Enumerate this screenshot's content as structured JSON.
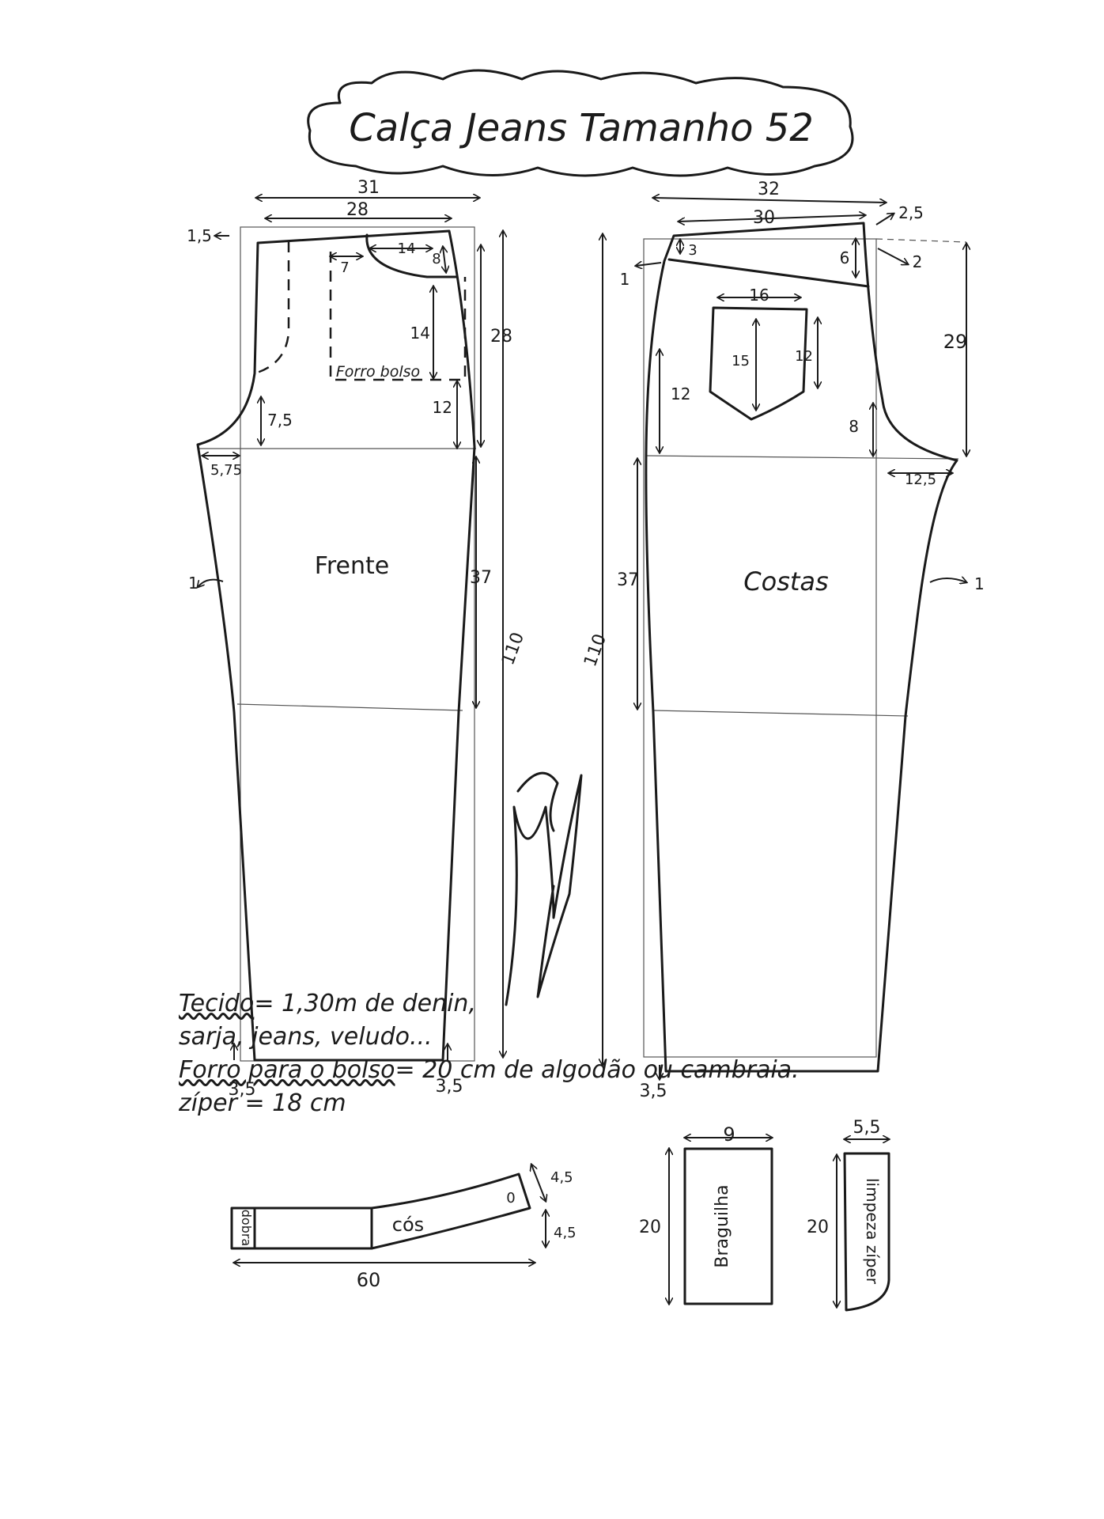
{
  "title": "Calça Jeans Tamanho 52",
  "front": {
    "label": "Frente",
    "pocket_lining_label": "Forro bolso",
    "measures": {
      "top_outer": "31",
      "top_inner": "28",
      "waist_drop": "1,5",
      "pocket_offset": "7",
      "pocket_width": "14",
      "pocket_depth": "8",
      "lining_height": "14",
      "lining_lower": "12",
      "rise": "28",
      "crotch_drop": "7,5",
      "crotch_ext": "5,75",
      "side_curve": "1",
      "knee": "37",
      "length": "110",
      "hem_left": "3,5",
      "hem_right": "3,5"
    }
  },
  "back": {
    "label": "Costas",
    "measures": {
      "top_outer": "32",
      "top_inner": "30",
      "top_rise": "2,5",
      "yoke_right": "2",
      "yoke_left": "1",
      "yoke_small": "3",
      "yoke_height": "6",
      "pocket_width": "16",
      "pocket_height": "15",
      "pocket_side": "12",
      "hip_left": "12",
      "crotch_drop": "8",
      "rise": "29",
      "crotch_ext": "12,5",
      "side_curve": "1",
      "knee": "37",
      "length": "110",
      "hem_left": "3,5"
    }
  },
  "waistband": {
    "label": "cós",
    "fold": "dobra",
    "length": "60",
    "width_right": "4,5",
    "width_end": "4,5",
    "mark": "0"
  },
  "fly": {
    "label": "Braguilha",
    "width": "9",
    "height": "20"
  },
  "zipper_facing": {
    "label": "limpeza zíper",
    "width": "5,5",
    "height": "20"
  },
  "notes": [
    {
      "label": "Tecido",
      "text": "= 1,30m  de  denin,"
    },
    {
      "label": "",
      "text": "sarja, jeans, veludo..."
    },
    {
      "label": "Forro para o bolso",
      "text": "= 20 cm  de  algodão  ou  cambraia."
    },
    {
      "label": "",
      "text": "zíper = 18 cm"
    }
  ]
}
